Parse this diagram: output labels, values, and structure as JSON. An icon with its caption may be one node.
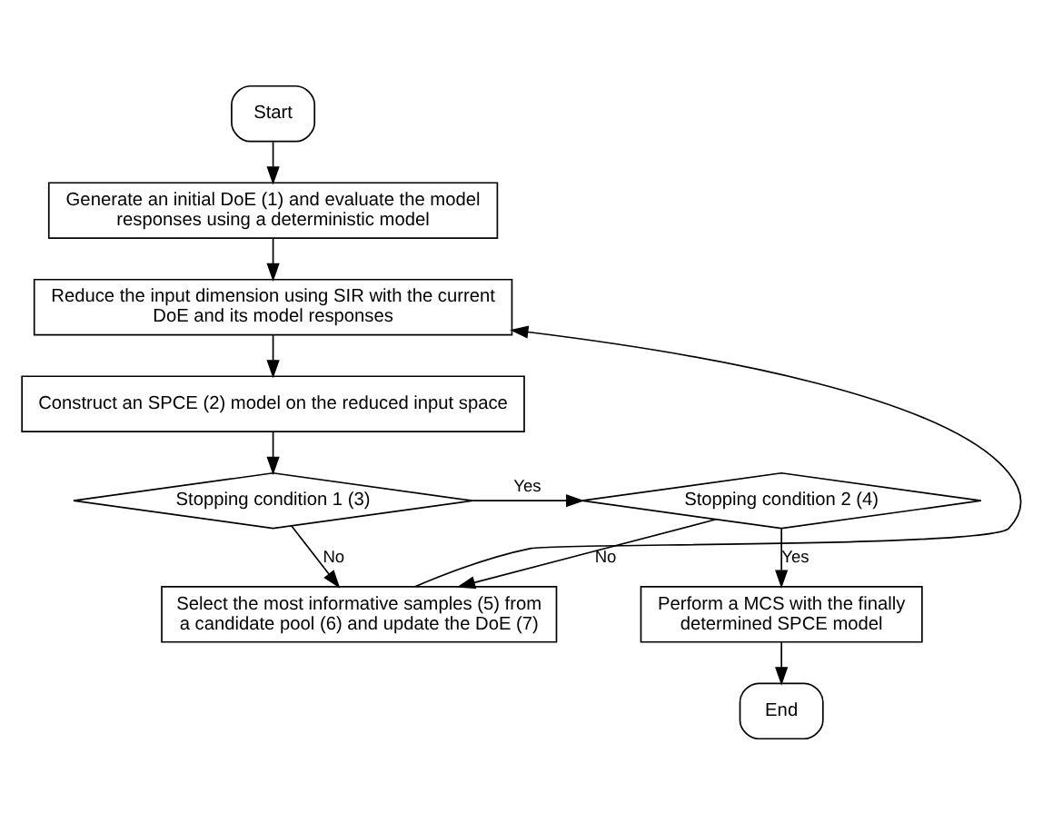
{
  "diagram": {
    "nodes": [
      {
        "text": [
          "Start"
        ]
      },
      {
        "text": [
          "Generate an initial DoE (1) and evaluate the model responses using a deterministic model"
        ]
      },
      {
        "text": [
          "Reduce the input dimension using SIR with the current DoE and its model responses"
        ]
      },
      {
        "text": [
          "Construct an SPCE (2) model on the reduced input space"
        ]
      },
      {
        "text": [
          "Stopping condition 1 (3)"
        ]
      },
      {
        "text": [
          "Stopping condition 2 (4)"
        ]
      },
      {
        "text": [
          "Select the most informative samples (5) from a candidate pool (6) and update the DoE (7)"
        ]
      },
      {
        "text": [
          "Perform a MCS with the finally determined SPCE model"
        ]
      },
      {
        "text": [
          "End"
        ]
      }
    ],
    "edges": [
      {
        "from": 0,
        "to": 1,
        "arrow": "to"
      },
      {
        "from": 1,
        "to": 2,
        "arrow": "to"
      },
      {
        "from": 2,
        "to": 3,
        "arrow": "to"
      },
      {
        "from": 3,
        "to": 4,
        "arrow": "to"
      },
      {
        "from": 4,
        "to": 5,
        "arrow": "to",
        "label": "Yes"
      },
      {
        "from": 4,
        "to": 6,
        "arrow": "to",
        "label": "No"
      },
      {
        "from": 5,
        "to": 6,
        "arrow": "to",
        "label": "No"
      },
      {
        "from": 5,
        "to": 7,
        "arrow": "to",
        "label": "Yes"
      },
      {
        "from": 6,
        "to": 2,
        "arrow": "to"
      },
      {
        "from": 7,
        "to": 8,
        "arrow": "to"
      }
    ]
  }
}
